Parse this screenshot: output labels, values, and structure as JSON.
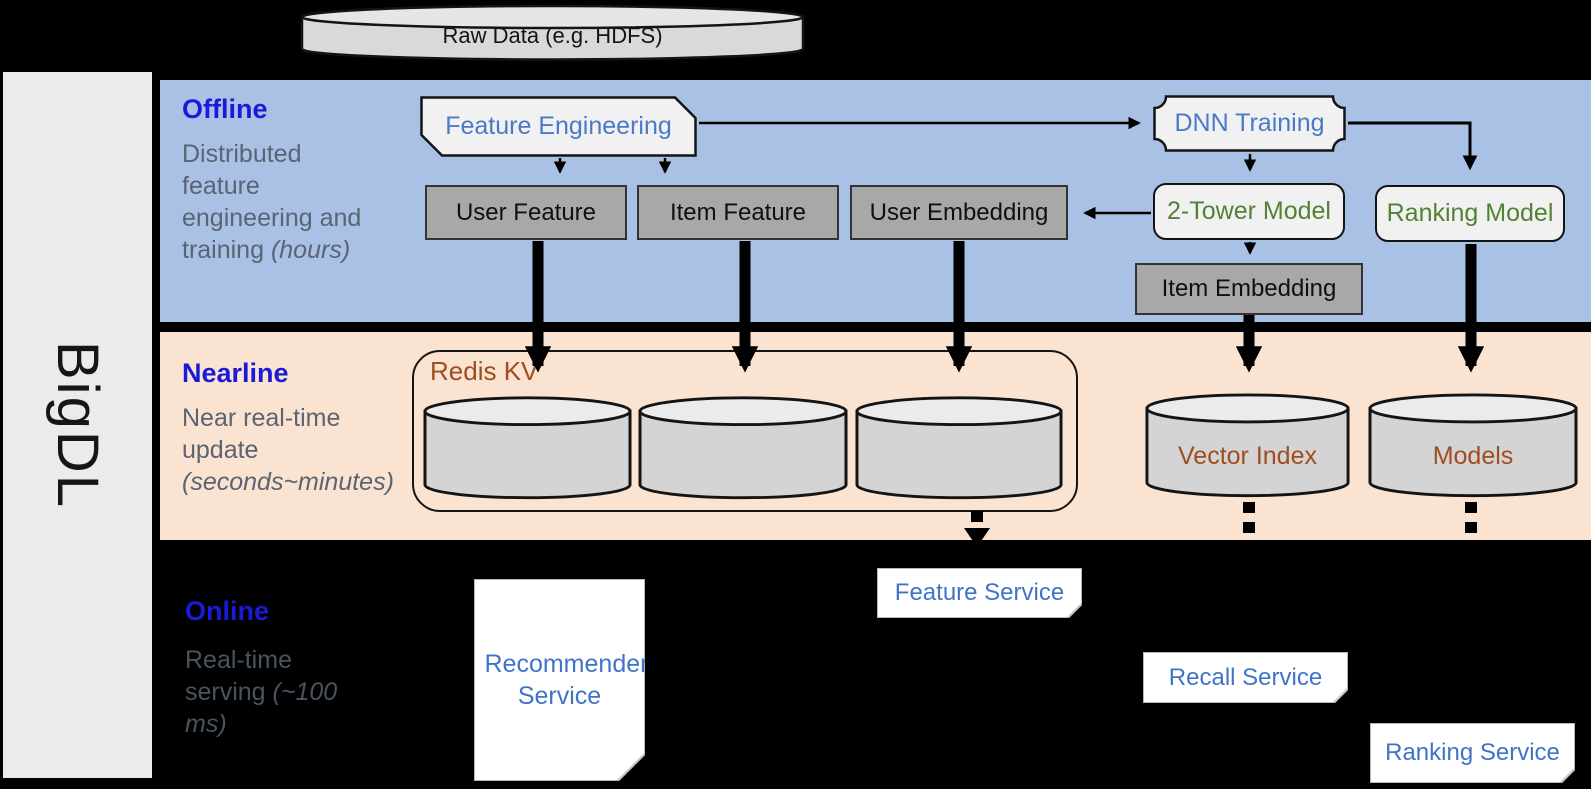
{
  "brand": {
    "label": "BigDL"
  },
  "pipeline": {
    "raw_data": "Raw Data (e.g. HDFS)"
  },
  "sections": {
    "offline": {
      "title": "Offline",
      "desc": "Distributed feature engineering and training",
      "note": "(hours)"
    },
    "nearline": {
      "title": "Nearline",
      "desc": "Near real-time update",
      "note": "(seconds~minutes)"
    },
    "online": {
      "title": "Online",
      "desc": "Real-time serving",
      "note": "(~100 ms)"
    }
  },
  "nodes": {
    "feature_engineering": "Feature Engineering",
    "dnn_training": "DNN Training",
    "user_feature": "User Feature",
    "item_feature": "Item Feature",
    "user_embedding": "User Embedding",
    "two_tower_model": "2-Tower Model",
    "ranking_model": "Ranking Model",
    "item_embedding": "Item Embedding",
    "redis_kv": "Redis KV",
    "vector_index": "Vector Index",
    "models": "Models",
    "recommender_service": "Recommender Service",
    "feature_service": "Feature Service",
    "recall_service": "Recall Service",
    "ranking_service": "Ranking Service"
  },
  "colors": {
    "background": "#000000",
    "band_offline": "#a9c1e5",
    "band_nearline": "#fae3d0",
    "section_title_blue": "#1a1ad9",
    "section_desc_gray": "#5a6472",
    "node_text_blue": "#4b79c9",
    "node_text_green": "#538135",
    "node_text_brown": "#9e4e20",
    "gray_box_fill": "#a8a8a8",
    "light_box_fill": "#f1f1f1",
    "cylinder_fill": "#d4d4d4"
  }
}
